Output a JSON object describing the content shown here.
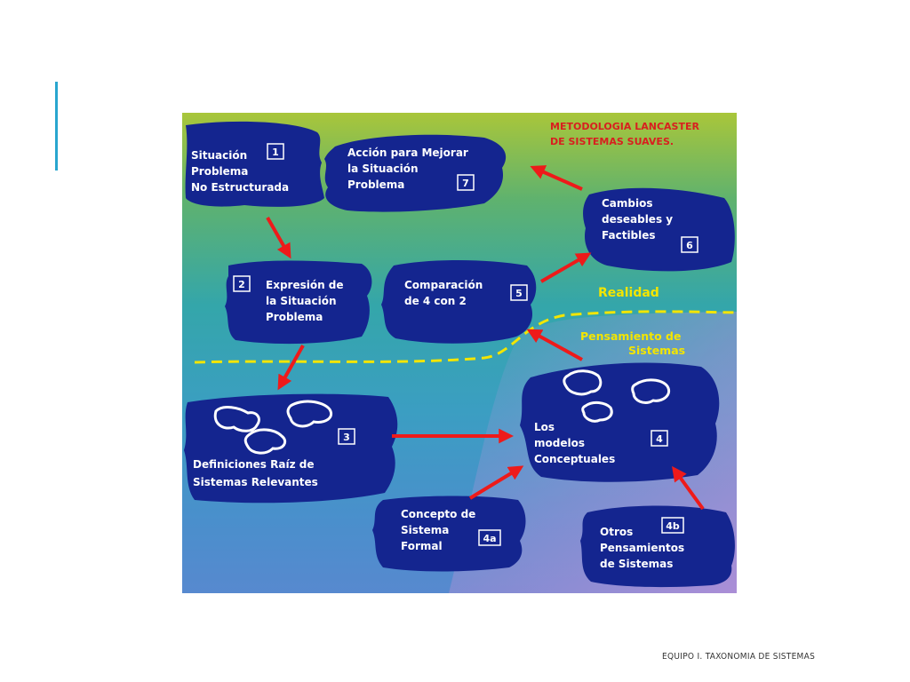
{
  "slide": {
    "footer": "EQUIPO I. TAXONOMIA DE SISTEMAS",
    "accent_color": "#29a6cf"
  },
  "diagram": {
    "title": [
      "METODOLOGIA LANCASTER",
      "DE SISTEMAS SUAVES."
    ],
    "title_color": "#d81f1f",
    "blob_color": "#14258f",
    "arrow_color": "#ee1a1a",
    "divider_color": "#f3e500",
    "region_realidad": "Realidad",
    "region_pensamiento": [
      "Pensamiento de",
      "Sistemas"
    ],
    "nodes": {
      "n1": {
        "lines": [
          "Situación",
          "Problema",
          "No Estructurada"
        ],
        "number": "1"
      },
      "n7": {
        "lines": [
          "Acción para Mejorar",
          "la Situación",
          "Problema"
        ],
        "number": "7"
      },
      "n6": {
        "lines": [
          "Cambios",
          "deseables y",
          "Factibles"
        ],
        "number": "6"
      },
      "n2": {
        "lines": [
          "Expresión de",
          "la Situación",
          "Problema"
        ],
        "number": "2"
      },
      "n5": {
        "lines": [
          "Comparación",
          "de 4 con 2"
        ],
        "number": "5"
      },
      "n3": {
        "lines": [
          "Definiciones Raíz de",
          "Sistemas Relevantes"
        ],
        "number": "3"
      },
      "n4": {
        "lines": [
          "Los",
          "modelos",
          "Conceptuales"
        ],
        "number": "4"
      },
      "n4a": {
        "lines": [
          "Concepto de",
          "Sistema",
          "Formal"
        ],
        "number": "4a"
      },
      "n4b": {
        "lines": [
          "Otros",
          "Pensamientos",
          "de Sistemas"
        ],
        "number": "4b"
      }
    }
  }
}
